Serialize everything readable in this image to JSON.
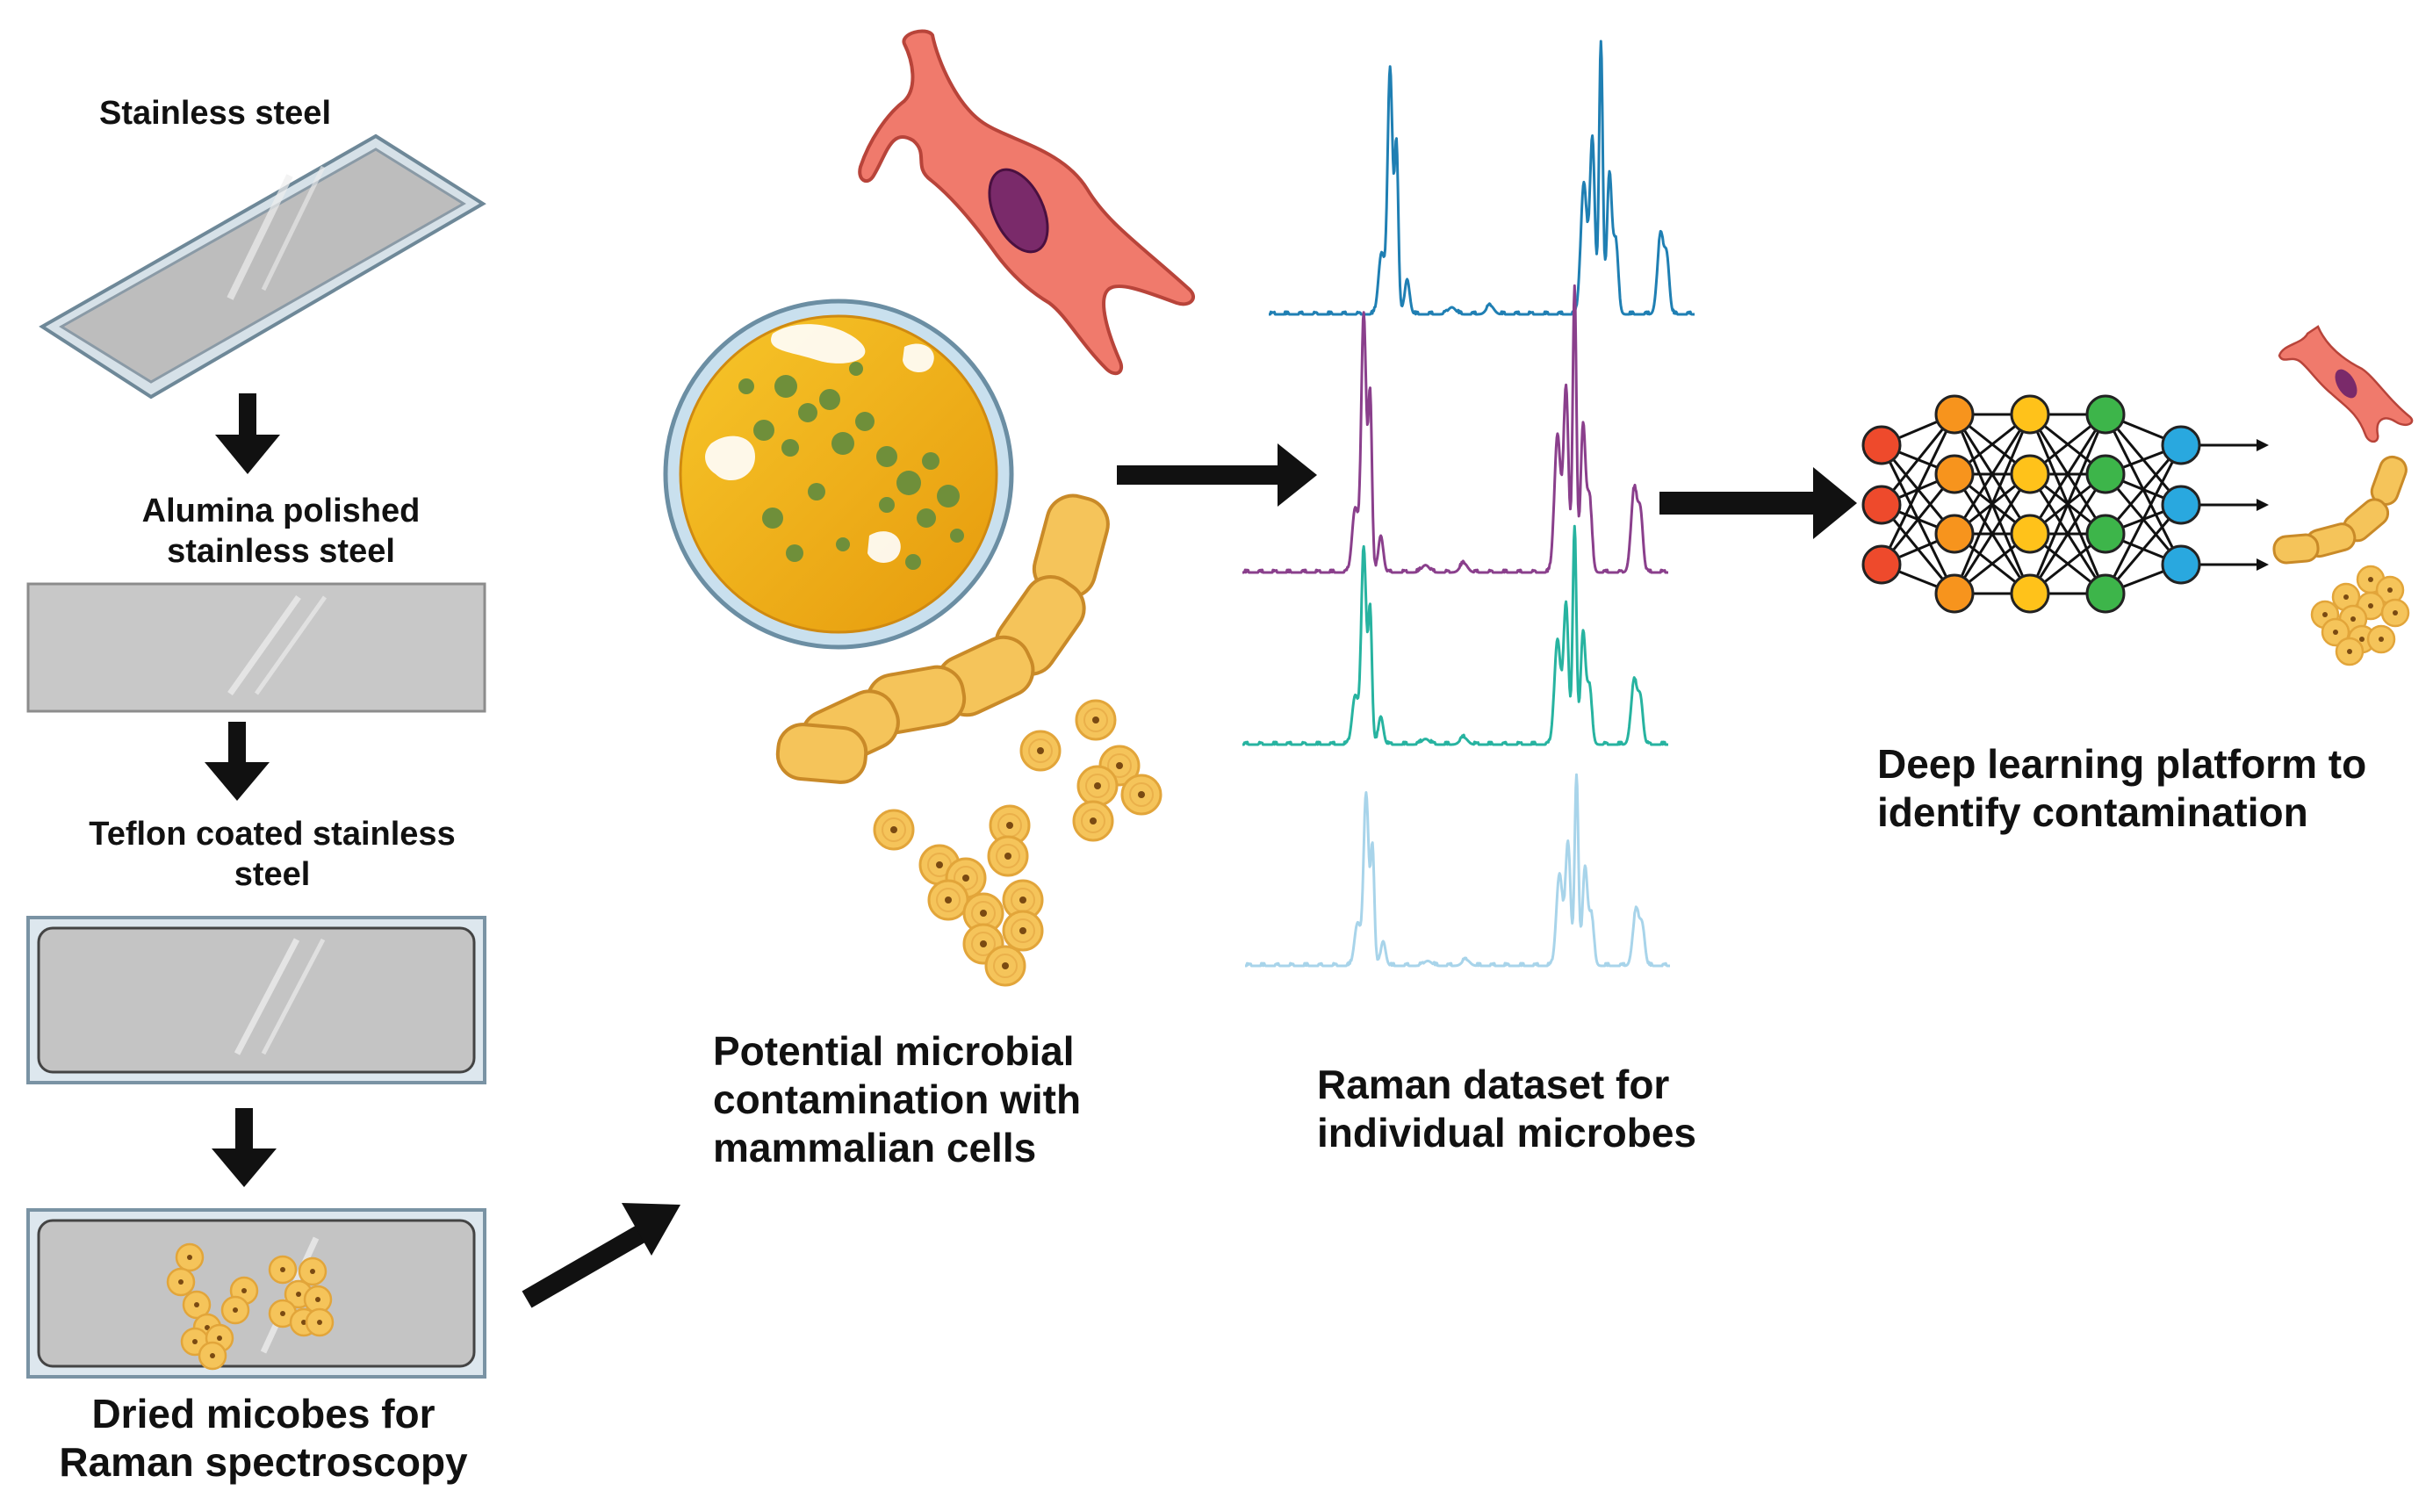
{
  "labels": {
    "stainless_steel": "Stainless steel",
    "alumina": "Alumina polished\nstainless steel",
    "teflon": "Teflon coated stainless\nsteel",
    "dried": "Dried micobes for\nRaman spectroscopy",
    "potential": "Potential microbial\ncontamination with\nmammalian cells",
    "raman": "Raman dataset for\nindividual microbes",
    "deep": "Deep learning platform to\nidentify contamination"
  },
  "colors": {
    "steel_fill": "#c8c8c8",
    "steel_edge": "#8ca0ac",
    "mammalian_cell": "#f07a6c",
    "nucleus": "#7a2a6a",
    "petri_agar": "#f5b21a",
    "colony": "#6f8f3a",
    "microbe": "#f5c45a",
    "spectrum_1": "#1f7fb3",
    "spectrum_2": "#8a3f8c",
    "spectrum_3": "#27b3a0",
    "spectrum_4": "#a8d4ea",
    "nn_input": "#ee4a2c",
    "nn_hidden_1": "#f7941d",
    "nn_hidden_2": "#ffc21a",
    "nn_hidden_3": "#3db54a",
    "nn_output": "#29a8df"
  },
  "icons": [
    "steel-plate-icon",
    "mammalian-cell-icon",
    "petri-dish-icon",
    "rod-bacteria-icon",
    "cocci-cluster-icon",
    "raman-spectrum-icon",
    "neural-network-icon",
    "arrow-icon"
  ]
}
